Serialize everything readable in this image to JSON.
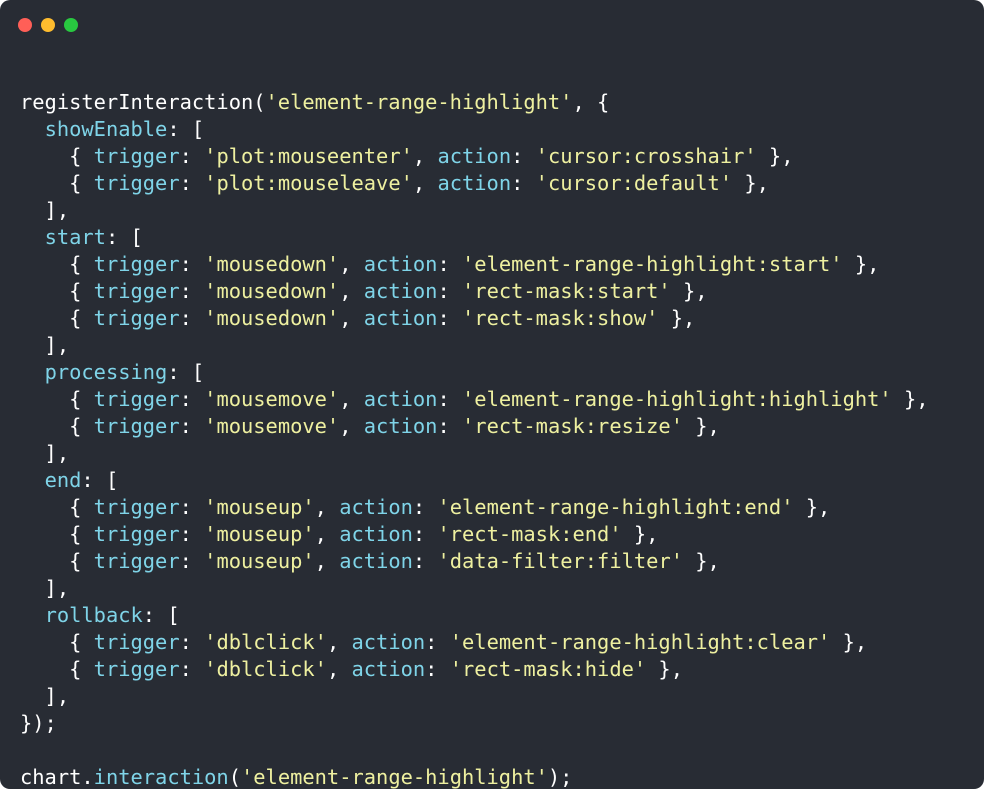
{
  "window": {
    "controls": [
      {
        "name": "close-button",
        "color": "#ff5f57"
      },
      {
        "name": "minimize-button",
        "color": "#febc2e"
      },
      {
        "name": "zoom-button",
        "color": "#28c840"
      }
    ]
  },
  "colors": {
    "background": "#282c34",
    "plain": "#ffffff",
    "key": "#7fd4e8",
    "string": "#eef0a0"
  },
  "code": {
    "lines": [
      [],
      [
        {
          "t": "plain",
          "v": "registerInteraction("
        },
        {
          "t": "str",
          "v": "'element-range-highlight'"
        },
        {
          "t": "plain",
          "v": ", {"
        }
      ],
      [
        {
          "t": "plain",
          "v": "  "
        },
        {
          "t": "key",
          "v": "showEnable"
        },
        {
          "t": "plain",
          "v": ": ["
        }
      ],
      [
        {
          "t": "plain",
          "v": "    { "
        },
        {
          "t": "key",
          "v": "trigger"
        },
        {
          "t": "plain",
          "v": ": "
        },
        {
          "t": "str",
          "v": "'plot:mouseenter'"
        },
        {
          "t": "plain",
          "v": ", "
        },
        {
          "t": "key",
          "v": "action"
        },
        {
          "t": "plain",
          "v": ": "
        },
        {
          "t": "str",
          "v": "'cursor:crosshair'"
        },
        {
          "t": "plain",
          "v": " },"
        }
      ],
      [
        {
          "t": "plain",
          "v": "    { "
        },
        {
          "t": "key",
          "v": "trigger"
        },
        {
          "t": "plain",
          "v": ": "
        },
        {
          "t": "str",
          "v": "'plot:mouseleave'"
        },
        {
          "t": "plain",
          "v": ", "
        },
        {
          "t": "key",
          "v": "action"
        },
        {
          "t": "plain",
          "v": ": "
        },
        {
          "t": "str",
          "v": "'cursor:default'"
        },
        {
          "t": "plain",
          "v": " },"
        }
      ],
      [
        {
          "t": "plain",
          "v": "  ],"
        }
      ],
      [
        {
          "t": "plain",
          "v": "  "
        },
        {
          "t": "key",
          "v": "start"
        },
        {
          "t": "plain",
          "v": ": ["
        }
      ],
      [
        {
          "t": "plain",
          "v": "    { "
        },
        {
          "t": "key",
          "v": "trigger"
        },
        {
          "t": "plain",
          "v": ": "
        },
        {
          "t": "str",
          "v": "'mousedown'"
        },
        {
          "t": "plain",
          "v": ", "
        },
        {
          "t": "key",
          "v": "action"
        },
        {
          "t": "plain",
          "v": ": "
        },
        {
          "t": "str",
          "v": "'element-range-highlight:start'"
        },
        {
          "t": "plain",
          "v": " },"
        }
      ],
      [
        {
          "t": "plain",
          "v": "    { "
        },
        {
          "t": "key",
          "v": "trigger"
        },
        {
          "t": "plain",
          "v": ": "
        },
        {
          "t": "str",
          "v": "'mousedown'"
        },
        {
          "t": "plain",
          "v": ", "
        },
        {
          "t": "key",
          "v": "action"
        },
        {
          "t": "plain",
          "v": ": "
        },
        {
          "t": "str",
          "v": "'rect-mask:start'"
        },
        {
          "t": "plain",
          "v": " },"
        }
      ],
      [
        {
          "t": "plain",
          "v": "    { "
        },
        {
          "t": "key",
          "v": "trigger"
        },
        {
          "t": "plain",
          "v": ": "
        },
        {
          "t": "str",
          "v": "'mousedown'"
        },
        {
          "t": "plain",
          "v": ", "
        },
        {
          "t": "key",
          "v": "action"
        },
        {
          "t": "plain",
          "v": ": "
        },
        {
          "t": "str",
          "v": "'rect-mask:show'"
        },
        {
          "t": "plain",
          "v": " },"
        }
      ],
      [
        {
          "t": "plain",
          "v": "  ],"
        }
      ],
      [
        {
          "t": "plain",
          "v": "  "
        },
        {
          "t": "key",
          "v": "processing"
        },
        {
          "t": "plain",
          "v": ": ["
        }
      ],
      [
        {
          "t": "plain",
          "v": "    { "
        },
        {
          "t": "key",
          "v": "trigger"
        },
        {
          "t": "plain",
          "v": ": "
        },
        {
          "t": "str",
          "v": "'mousemove'"
        },
        {
          "t": "plain",
          "v": ", "
        },
        {
          "t": "key",
          "v": "action"
        },
        {
          "t": "plain",
          "v": ": "
        },
        {
          "t": "str",
          "v": "'element-range-highlight:highlight'"
        },
        {
          "t": "plain",
          "v": " },"
        }
      ],
      [
        {
          "t": "plain",
          "v": "    { "
        },
        {
          "t": "key",
          "v": "trigger"
        },
        {
          "t": "plain",
          "v": ": "
        },
        {
          "t": "str",
          "v": "'mousemove'"
        },
        {
          "t": "plain",
          "v": ", "
        },
        {
          "t": "key",
          "v": "action"
        },
        {
          "t": "plain",
          "v": ": "
        },
        {
          "t": "str",
          "v": "'rect-mask:resize'"
        },
        {
          "t": "plain",
          "v": " },"
        }
      ],
      [
        {
          "t": "plain",
          "v": "  ],"
        }
      ],
      [
        {
          "t": "plain",
          "v": "  "
        },
        {
          "t": "key",
          "v": "end"
        },
        {
          "t": "plain",
          "v": ": ["
        }
      ],
      [
        {
          "t": "plain",
          "v": "    { "
        },
        {
          "t": "key",
          "v": "trigger"
        },
        {
          "t": "plain",
          "v": ": "
        },
        {
          "t": "str",
          "v": "'mouseup'"
        },
        {
          "t": "plain",
          "v": ", "
        },
        {
          "t": "key",
          "v": "action"
        },
        {
          "t": "plain",
          "v": ": "
        },
        {
          "t": "str",
          "v": "'element-range-highlight:end'"
        },
        {
          "t": "plain",
          "v": " },"
        }
      ],
      [
        {
          "t": "plain",
          "v": "    { "
        },
        {
          "t": "key",
          "v": "trigger"
        },
        {
          "t": "plain",
          "v": ": "
        },
        {
          "t": "str",
          "v": "'mouseup'"
        },
        {
          "t": "plain",
          "v": ", "
        },
        {
          "t": "key",
          "v": "action"
        },
        {
          "t": "plain",
          "v": ": "
        },
        {
          "t": "str",
          "v": "'rect-mask:end'"
        },
        {
          "t": "plain",
          "v": " },"
        }
      ],
      [
        {
          "t": "plain",
          "v": "    { "
        },
        {
          "t": "key",
          "v": "trigger"
        },
        {
          "t": "plain",
          "v": ": "
        },
        {
          "t": "str",
          "v": "'mouseup'"
        },
        {
          "t": "plain",
          "v": ", "
        },
        {
          "t": "key",
          "v": "action"
        },
        {
          "t": "plain",
          "v": ": "
        },
        {
          "t": "str",
          "v": "'data-filter:filter'"
        },
        {
          "t": "plain",
          "v": " },"
        }
      ],
      [
        {
          "t": "plain",
          "v": "  ],"
        }
      ],
      [
        {
          "t": "plain",
          "v": "  "
        },
        {
          "t": "key",
          "v": "rollback"
        },
        {
          "t": "plain",
          "v": ": ["
        }
      ],
      [
        {
          "t": "plain",
          "v": "    { "
        },
        {
          "t": "key",
          "v": "trigger"
        },
        {
          "t": "plain",
          "v": ": "
        },
        {
          "t": "str",
          "v": "'dblclick'"
        },
        {
          "t": "plain",
          "v": ", "
        },
        {
          "t": "key",
          "v": "action"
        },
        {
          "t": "plain",
          "v": ": "
        },
        {
          "t": "str",
          "v": "'element-range-highlight:clear'"
        },
        {
          "t": "plain",
          "v": " },"
        }
      ],
      [
        {
          "t": "plain",
          "v": "    { "
        },
        {
          "t": "key",
          "v": "trigger"
        },
        {
          "t": "plain",
          "v": ": "
        },
        {
          "t": "str",
          "v": "'dblclick'"
        },
        {
          "t": "plain",
          "v": ", "
        },
        {
          "t": "key",
          "v": "action"
        },
        {
          "t": "plain",
          "v": ": "
        },
        {
          "t": "str",
          "v": "'rect-mask:hide'"
        },
        {
          "t": "plain",
          "v": " },"
        }
      ],
      [
        {
          "t": "plain",
          "v": "  ],"
        }
      ],
      [
        {
          "t": "plain",
          "v": "});"
        }
      ],
      [],
      [
        {
          "t": "plain",
          "v": "chart."
        },
        {
          "t": "key",
          "v": "interaction"
        },
        {
          "t": "plain",
          "v": "("
        },
        {
          "t": "str",
          "v": "'element-range-highlight'"
        },
        {
          "t": "plain",
          "v": ");"
        }
      ]
    ]
  }
}
